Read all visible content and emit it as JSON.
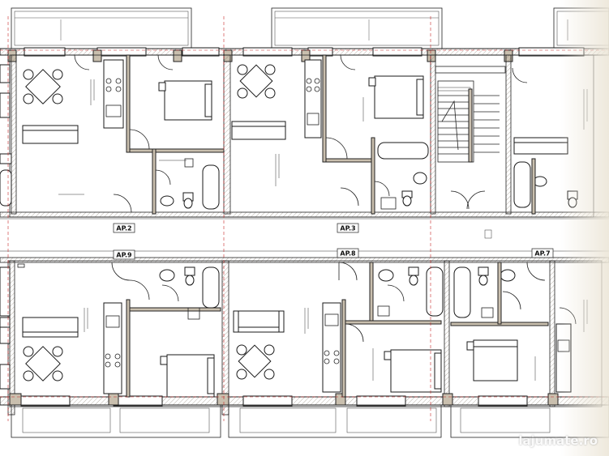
{
  "plan": {
    "apartments": [
      {
        "label": "AP.2"
      },
      {
        "label": "AP.3"
      },
      {
        "label": "AP.9"
      },
      {
        "label": "AP.8"
      },
      {
        "label": "AP.7"
      }
    ]
  },
  "watermark": {
    "text": "lajumate",
    "suffix": ".ro"
  },
  "colors": {
    "wall_fill": "#c9bfae",
    "line": "#1a1a1a",
    "dim_red": "#c62828",
    "paper": "#ffffff"
  }
}
